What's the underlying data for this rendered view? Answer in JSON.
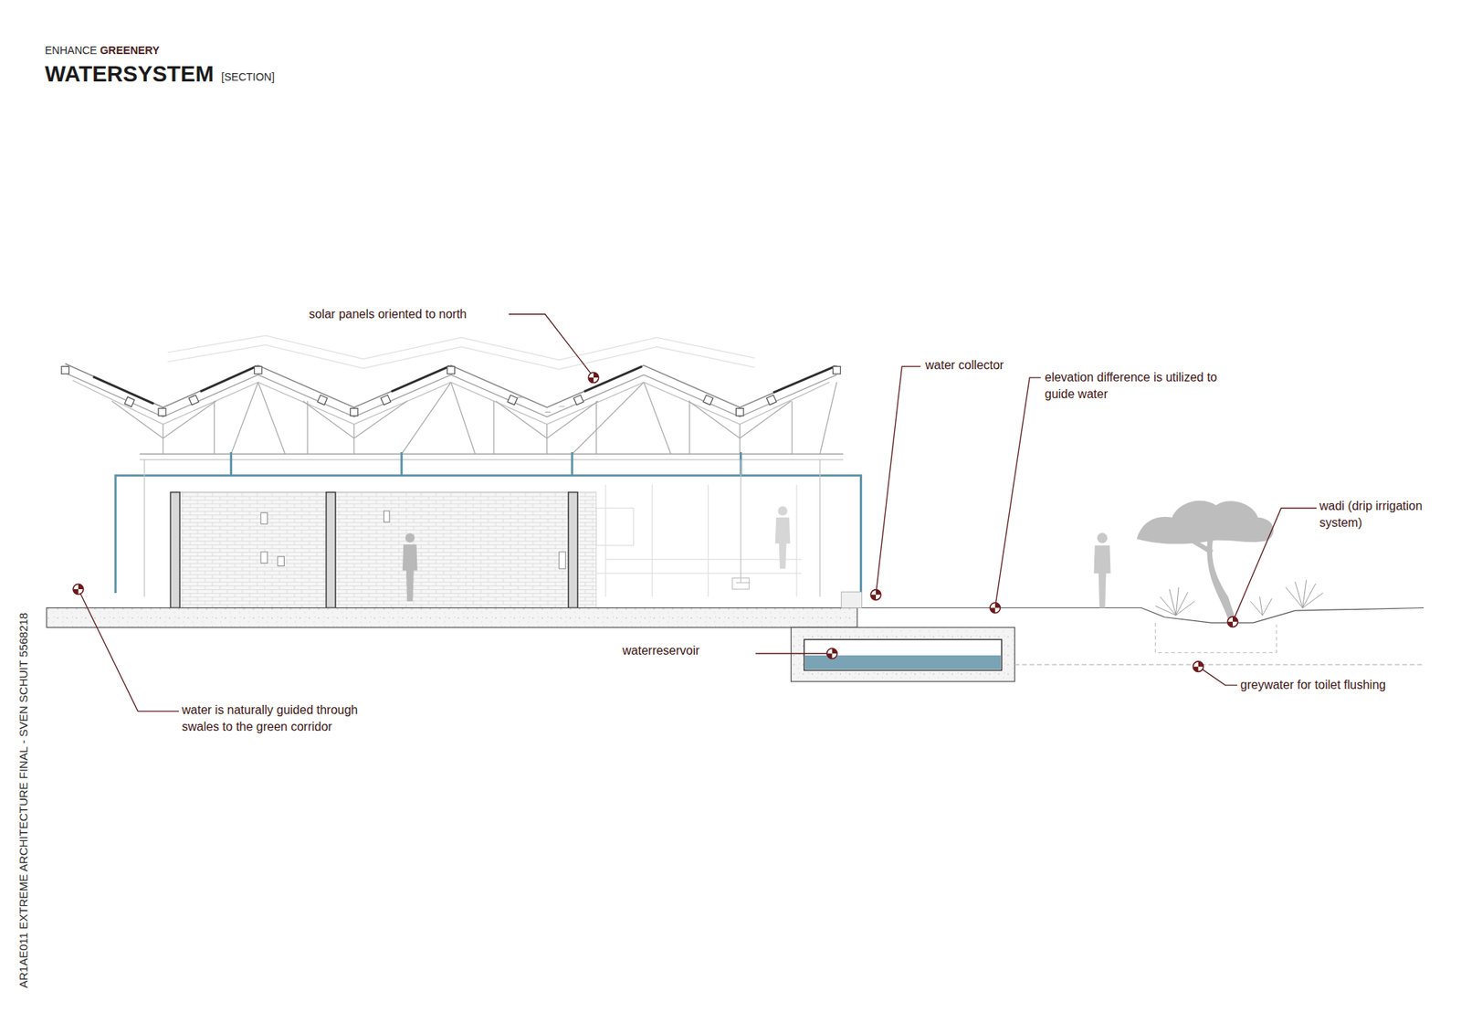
{
  "diagram": {
    "title": "WATERSYSTEM",
    "labels": [
      "ENHANCE",
      "GREENERY",
      "[SECTION]",
      "solar panels oriented to north",
      "water collector",
      "elevation difference is utilized to guide water",
      "wadi (drip irrigation system)",
      "waterreservoir",
      "greywater for toilet flushing",
      "water is naturally guided through swales to the green corridor",
      "AR1AE011 EXTREME ARCHITECTURE FINAL - SVEN SCHUIT 5568218"
    ]
  }
}
